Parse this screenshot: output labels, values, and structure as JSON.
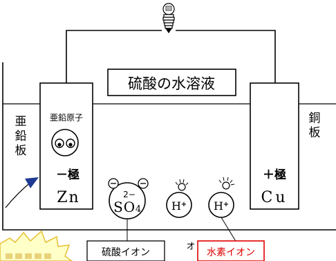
{
  "title_box": "硫酸の水溶液",
  "left_plate": {
    "label_chars": [
      "亜",
      "鉛",
      "板"
    ],
    "atom_label": "亜鉛原子",
    "pole": "－極",
    "symbol": "Zn"
  },
  "right_plate": {
    "label_chars": [
      "銅",
      "板"
    ],
    "pole": "＋極",
    "symbol": "Cu"
  },
  "sulfate_ion": {
    "charge": "2−",
    "formula_s": "S",
    "formula_o": "O",
    "formula_sub": "4",
    "label": "硫酸イオン"
  },
  "hydrogen_ions": [
    {
      "symbol": "H",
      "charge": "+"
    },
    {
      "symbol": "H",
      "charge": "+"
    }
  ],
  "hydrogen_label": "水素イオン",
  "stray_char": "オ",
  "colors": {
    "line": "#000000",
    "highlight_red": "#e00000",
    "callout_fill": "#ffffc8",
    "callout_stroke": "#e8c23a",
    "arrow": "#1f3a93"
  }
}
